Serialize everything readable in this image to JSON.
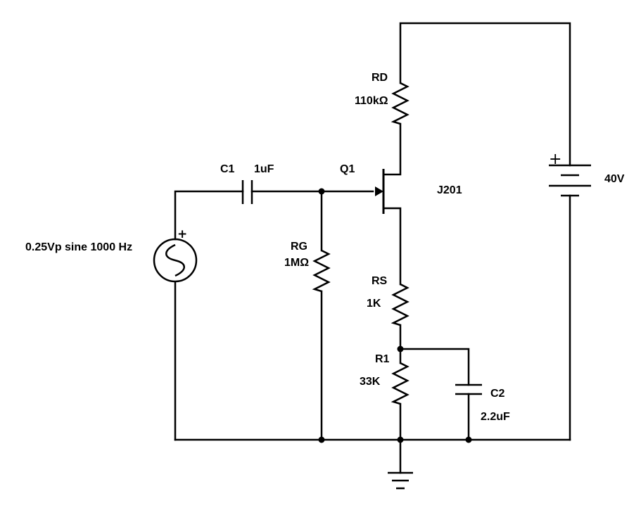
{
  "components": {
    "source": {
      "label": "0.25Vp sine 1000 Hz",
      "polarity": "+"
    },
    "c1": {
      "name": "C1",
      "value": "1uF"
    },
    "q1": {
      "name": "Q1",
      "part": "J201"
    },
    "rg": {
      "name": "RG",
      "value": "1MΩ"
    },
    "rd": {
      "name": "RD",
      "value": "110kΩ"
    },
    "rs": {
      "name": "RS",
      "value": "1K"
    },
    "r1": {
      "name": "R1",
      "value": "33K"
    },
    "c2": {
      "name": "C2",
      "value": "2.2uF"
    },
    "battery": {
      "value": "40V",
      "polarity": "+"
    }
  },
  "colors": {
    "wire": "#000000",
    "background": "#ffffff"
  }
}
